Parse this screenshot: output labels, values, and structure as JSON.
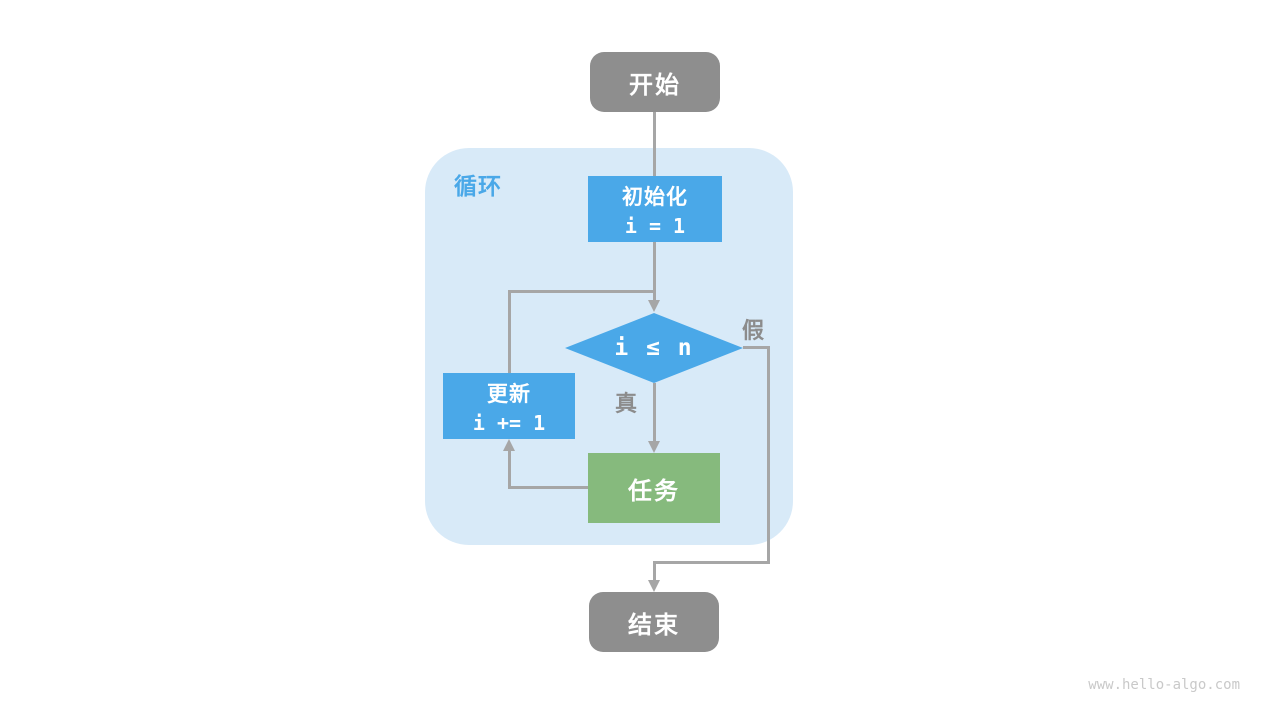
{
  "nodes": {
    "start": {
      "label": "开始"
    },
    "loop": {
      "label": "循环"
    },
    "init": {
      "title": "初始化",
      "code": "i = 1"
    },
    "condition": {
      "expr": "i ≤ n"
    },
    "update": {
      "title": "更新",
      "code": "i += 1"
    },
    "task": {
      "label": "任务"
    },
    "end": {
      "label": "结束"
    }
  },
  "edge_labels": {
    "true": "真",
    "false": "假"
  },
  "watermark": "www.hello-algo.com",
  "colors": {
    "node_blue": "#4aa8e8",
    "task_green": "#86ba7d",
    "terminal_gray": "#8e8e8e",
    "edge_gray": "#a6a6a6",
    "loop_container": "#d8eaf8",
    "loop_label": "#4aa8e8",
    "branch_label": "#8c8c8c",
    "watermark": "#c9c9c9"
  }
}
